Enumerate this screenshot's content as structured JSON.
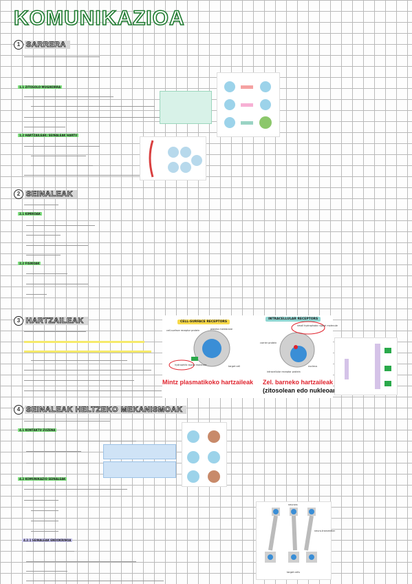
{
  "title": "KOMUNIKAZIOA",
  "sections": [
    {
      "num": "1",
      "label": "SARRERA"
    },
    {
      "num": "2",
      "label": "SEINALEAK"
    },
    {
      "num": "3",
      "label": "HARTZAILEAK"
    },
    {
      "num": "4",
      "label": "SEINALEAK HELTZEKO MEKANISMOAK"
    }
  ],
  "subs": {
    "s1a": "1.1 ZITOSOLO MUGIKORRA",
    "s1b": "1.2 HARTZAILEAK: SEINALEAK HARTU",
    "s2a": "2.1 KIMIKOAK",
    "s2b": "2.2 FISIKOAK",
    "s4a": "4.1 KONTAKTU ZUZENA",
    "s4b": "4.2 KOMUNIKAZIO SEINALEAK",
    "s4c": "4.2.1 SEINALEAK ENDOKRINOA"
  },
  "figures": {
    "cell_surface_title": "CELL-SURFACE RECEPTORS",
    "intracellular_title": "INTRACELLULAR RECEPTORS",
    "plasma_membrane": "plasma membrane",
    "cell_surface_receptor": "cell-surface receptor protein",
    "hydrophilic": "hydrophilic signal molecule",
    "target_cell": "target cell",
    "small_hydrophobic": "small hydrophobic signal molecule",
    "carrier_protein": "carrier protein",
    "nucleus": "nucleus",
    "intracellular_receptor": "intracellular receptor protein",
    "caption_membrane": "Mintz plasmatikoko hartzaileak",
    "caption_intracellular_1": "Zel. barneko hartzaileak",
    "caption_intracellular_2": "(zitosolean edo nukleoan)",
    "neurons": "neurons",
    "neurotransmitter": "neuro-transmitter",
    "target_cells": "target cells"
  }
}
